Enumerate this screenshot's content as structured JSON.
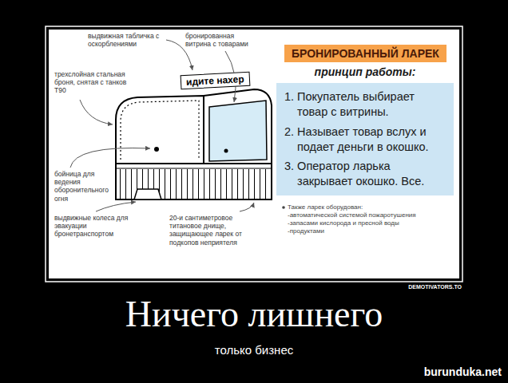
{
  "diagram": {
    "title": "Ничего лишнего",
    "caption": "только бизнес",
    "nodes": [
      {
        "text": [
          "БРОНИРОВАННЫЙ ЛАРЕК"
        ]
      },
      {
        "text": [
          "1. Покупатель выбирает товар с витрины.",
          "2. Называет товар вслух и подает деньги в окошко.",
          "3. Оператор ларька закрывает окошко. Все."
        ]
      },
      {
        "text": [
          "идите нахер"
        ]
      }
    ],
    "labels": [
      "выдвижная табличка с оскорблениями",
      "бронированная витрина с товарами",
      "трехслойная стальная броня, снятая с танков Т90",
      "бойница для ведения оборонительного огня",
      "выдвижные колеса для эвакуации бронетранспортом",
      "20-и сантиметровое титановое днище, защищающее ларек от подкопов неприятеля",
      "принцип работы:",
      "Также ларек оборудован:",
      "-автоматической системой пожаротушения",
      "-запасами кислорода и пресной воды",
      "-продуктами",
      "DEMOTIVATORS.TO",
      "burunduka.net"
    ]
  }
}
